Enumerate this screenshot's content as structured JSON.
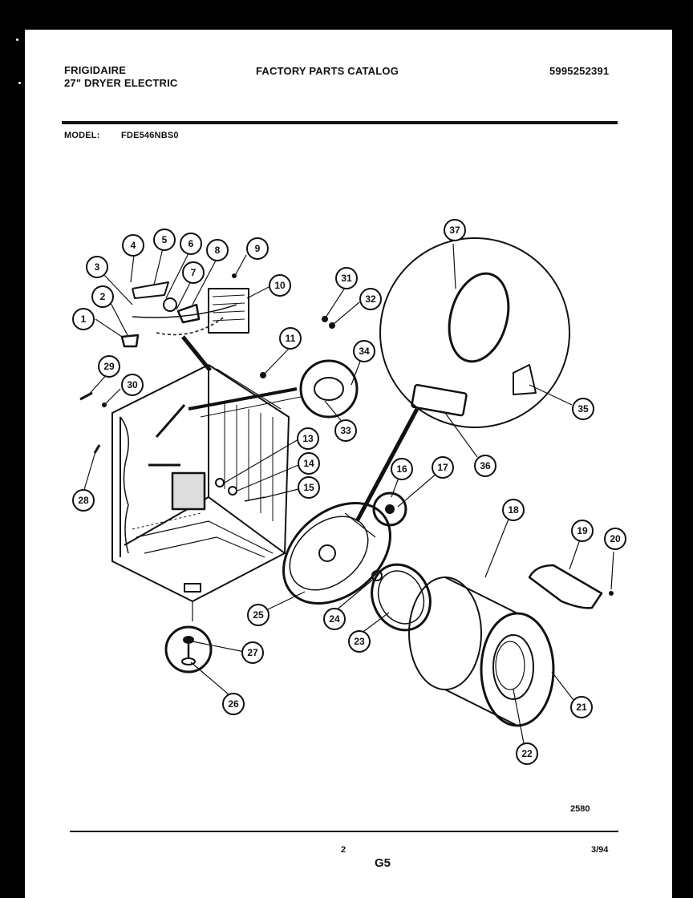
{
  "header": {
    "brand": "FRIGIDAIRE",
    "product": "27\" DRYER ELECTRIC",
    "catalog_title": "FACTORY PARTS CATALOG",
    "catalog_number": "5995252391"
  },
  "model": {
    "label": "MODEL:",
    "value": "FDE546NBS0"
  },
  "callouts": [
    "1",
    "2",
    "3",
    "4",
    "5",
    "6",
    "7",
    "8",
    "9",
    "10",
    "11",
    "13",
    "14",
    "15",
    "16",
    "17",
    "18",
    "19",
    "20",
    "21",
    "22",
    "23",
    "24",
    "25",
    "26",
    "27",
    "28",
    "29",
    "30",
    "31",
    "32",
    "33",
    "34",
    "35",
    "36",
    "37"
  ],
  "figure_code": "2580",
  "footer": {
    "page": "2",
    "section": "G5",
    "date": "3/94"
  }
}
